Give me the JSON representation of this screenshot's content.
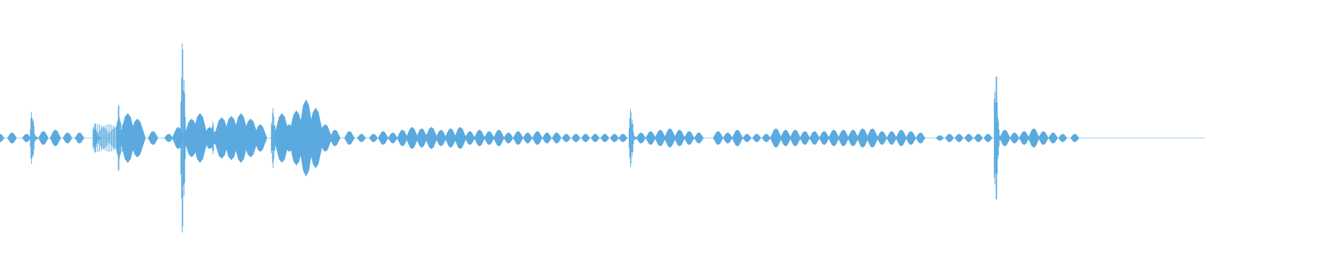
{
  "waveform": {
    "color": "#5aaae0",
    "events": [
      {
        "pos": 0.0,
        "amp": 0.03,
        "kind": "tone"
      },
      {
        "pos": 0.01,
        "amp": 0.04,
        "kind": "tone"
      },
      {
        "pos": 0.022,
        "amp": 0.03,
        "kind": "tone"
      },
      {
        "pos": 0.028,
        "amp": 0.2,
        "kind": "burst"
      },
      {
        "pos": 0.036,
        "amp": 0.05,
        "kind": "tone"
      },
      {
        "pos": 0.046,
        "amp": 0.06,
        "kind": "tone"
      },
      {
        "pos": 0.056,
        "amp": 0.04,
        "kind": "tone"
      },
      {
        "pos": 0.066,
        "amp": 0.04,
        "kind": "tone"
      },
      {
        "pos": 0.08,
        "amp": 0.12,
        "kind": "burst"
      },
      {
        "pos": 0.09,
        "amp": 0.1,
        "kind": "noise"
      },
      {
        "pos": 0.1,
        "amp": 0.25,
        "kind": "burst"
      },
      {
        "pos": 0.106,
        "amp": 0.18,
        "kind": "tone"
      },
      {
        "pos": 0.114,
        "amp": 0.14,
        "kind": "tone"
      },
      {
        "pos": 0.127,
        "amp": 0.05,
        "kind": "tone"
      },
      {
        "pos": 0.14,
        "amp": 0.03,
        "kind": "tone"
      },
      {
        "pos": 0.148,
        "amp": 0.08,
        "kind": "tone"
      },
      {
        "pos": 0.153,
        "amp": 0.72,
        "kind": "burst"
      },
      {
        "pos": 0.159,
        "amp": 0.14,
        "kind": "tone"
      },
      {
        "pos": 0.166,
        "amp": 0.18,
        "kind": "tone"
      },
      {
        "pos": 0.174,
        "amp": 0.08,
        "kind": "tone"
      },
      {
        "pos": 0.178,
        "amp": 0.12,
        "kind": "burst"
      },
      {
        "pos": 0.184,
        "amp": 0.15,
        "kind": "tone"
      },
      {
        "pos": 0.192,
        "amp": 0.16,
        "kind": "tone"
      },
      {
        "pos": 0.2,
        "amp": 0.18,
        "kind": "tone"
      },
      {
        "pos": 0.208,
        "amp": 0.14,
        "kind": "tone"
      },
      {
        "pos": 0.216,
        "amp": 0.1,
        "kind": "tone"
      },
      {
        "pos": 0.228,
        "amp": 0.22,
        "kind": "burst"
      },
      {
        "pos": 0.234,
        "amp": 0.18,
        "kind": "tone"
      },
      {
        "pos": 0.24,
        "amp": 0.1,
        "kind": "tone"
      },
      {
        "pos": 0.246,
        "amp": 0.2,
        "kind": "tone"
      },
      {
        "pos": 0.254,
        "amp": 0.28,
        "kind": "tone"
      },
      {
        "pos": 0.262,
        "amp": 0.22,
        "kind": "tone"
      },
      {
        "pos": 0.27,
        "amp": 0.1,
        "kind": "tone"
      },
      {
        "pos": 0.278,
        "amp": 0.06,
        "kind": "tone"
      },
      {
        "pos": 0.29,
        "amp": 0.05,
        "kind": "tone"
      },
      {
        "pos": 0.3,
        "amp": 0.03,
        "kind": "tone"
      },
      {
        "pos": 0.31,
        "amp": 0.03,
        "kind": "tone"
      },
      {
        "pos": 0.318,
        "amp": 0.05,
        "kind": "tone"
      },
      {
        "pos": 0.326,
        "amp": 0.04,
        "kind": "tone"
      },
      {
        "pos": 0.334,
        "amp": 0.06,
        "kind": "tone"
      },
      {
        "pos": 0.342,
        "amp": 0.08,
        "kind": "tone"
      },
      {
        "pos": 0.35,
        "amp": 0.07,
        "kind": "tone"
      },
      {
        "pos": 0.358,
        "amp": 0.08,
        "kind": "tone"
      },
      {
        "pos": 0.366,
        "amp": 0.06,
        "kind": "tone"
      },
      {
        "pos": 0.374,
        "amp": 0.07,
        "kind": "tone"
      },
      {
        "pos": 0.382,
        "amp": 0.08,
        "kind": "tone"
      },
      {
        "pos": 0.39,
        "amp": 0.05,
        "kind": "tone"
      },
      {
        "pos": 0.398,
        "amp": 0.06,
        "kind": "tone"
      },
      {
        "pos": 0.406,
        "amp": 0.05,
        "kind": "tone"
      },
      {
        "pos": 0.414,
        "amp": 0.06,
        "kind": "tone"
      },
      {
        "pos": 0.422,
        "amp": 0.04,
        "kind": "tone"
      },
      {
        "pos": 0.43,
        "amp": 0.05,
        "kind": "tone"
      },
      {
        "pos": 0.438,
        "amp": 0.04,
        "kind": "tone"
      },
      {
        "pos": 0.446,
        "amp": 0.05,
        "kind": "tone"
      },
      {
        "pos": 0.454,
        "amp": 0.04,
        "kind": "tone"
      },
      {
        "pos": 0.462,
        "amp": 0.04,
        "kind": "tone"
      },
      {
        "pos": 0.47,
        "amp": 0.03,
        "kind": "tone"
      },
      {
        "pos": 0.478,
        "amp": 0.03,
        "kind": "tone"
      },
      {
        "pos": 0.486,
        "amp": 0.03,
        "kind": "tone"
      },
      {
        "pos": 0.494,
        "amp": 0.03,
        "kind": "tone"
      },
      {
        "pos": 0.502,
        "amp": 0.03,
        "kind": "tone"
      },
      {
        "pos": 0.51,
        "amp": 0.03,
        "kind": "tone"
      },
      {
        "pos": 0.517,
        "amp": 0.03,
        "kind": "tone"
      },
      {
        "pos": 0.525,
        "amp": 0.22,
        "kind": "burst"
      },
      {
        "pos": 0.532,
        "amp": 0.04,
        "kind": "tone"
      },
      {
        "pos": 0.54,
        "amp": 0.05,
        "kind": "tone"
      },
      {
        "pos": 0.548,
        "amp": 0.06,
        "kind": "tone"
      },
      {
        "pos": 0.556,
        "amp": 0.07,
        "kind": "tone"
      },
      {
        "pos": 0.564,
        "amp": 0.06,
        "kind": "tone"
      },
      {
        "pos": 0.572,
        "amp": 0.05,
        "kind": "tone"
      },
      {
        "pos": 0.58,
        "amp": 0.04,
        "kind": "tone"
      },
      {
        "pos": 0.596,
        "amp": 0.05,
        "kind": "tone"
      },
      {
        "pos": 0.604,
        "amp": 0.04,
        "kind": "tone"
      },
      {
        "pos": 0.612,
        "amp": 0.06,
        "kind": "tone"
      },
      {
        "pos": 0.62,
        "amp": 0.03,
        "kind": "tone"
      },
      {
        "pos": 0.628,
        "amp": 0.03,
        "kind": "tone"
      },
      {
        "pos": 0.636,
        "amp": 0.03,
        "kind": "tone"
      },
      {
        "pos": 0.644,
        "amp": 0.07,
        "kind": "tone"
      },
      {
        "pos": 0.652,
        "amp": 0.06,
        "kind": "tone"
      },
      {
        "pos": 0.66,
        "amp": 0.06,
        "kind": "tone"
      },
      {
        "pos": 0.668,
        "amp": 0.05,
        "kind": "tone"
      },
      {
        "pos": 0.676,
        "amp": 0.05,
        "kind": "tone"
      },
      {
        "pos": 0.684,
        "amp": 0.05,
        "kind": "tone"
      },
      {
        "pos": 0.692,
        "amp": 0.06,
        "kind": "tone"
      },
      {
        "pos": 0.7,
        "amp": 0.06,
        "kind": "tone"
      },
      {
        "pos": 0.708,
        "amp": 0.06,
        "kind": "tone"
      },
      {
        "pos": 0.716,
        "amp": 0.07,
        "kind": "tone"
      },
      {
        "pos": 0.724,
        "amp": 0.07,
        "kind": "tone"
      },
      {
        "pos": 0.732,
        "amp": 0.05,
        "kind": "tone"
      },
      {
        "pos": 0.74,
        "amp": 0.05,
        "kind": "tone"
      },
      {
        "pos": 0.748,
        "amp": 0.06,
        "kind": "tone"
      },
      {
        "pos": 0.756,
        "amp": 0.05,
        "kind": "tone"
      },
      {
        "pos": 0.764,
        "amp": 0.04,
        "kind": "tone"
      },
      {
        "pos": 0.78,
        "amp": 0.02,
        "kind": "tone"
      },
      {
        "pos": 0.788,
        "amp": 0.03,
        "kind": "tone"
      },
      {
        "pos": 0.796,
        "amp": 0.03,
        "kind": "tone"
      },
      {
        "pos": 0.804,
        "amp": 0.03,
        "kind": "tone"
      },
      {
        "pos": 0.812,
        "amp": 0.03,
        "kind": "tone"
      },
      {
        "pos": 0.82,
        "amp": 0.03,
        "kind": "tone"
      },
      {
        "pos": 0.828,
        "amp": 0.5,
        "kind": "burst"
      },
      {
        "pos": 0.834,
        "amp": 0.06,
        "kind": "tone"
      },
      {
        "pos": 0.842,
        "amp": 0.04,
        "kind": "tone"
      },
      {
        "pos": 0.85,
        "amp": 0.05,
        "kind": "tone"
      },
      {
        "pos": 0.858,
        "amp": 0.07,
        "kind": "tone"
      },
      {
        "pos": 0.866,
        "amp": 0.05,
        "kind": "tone"
      },
      {
        "pos": 0.874,
        "amp": 0.04,
        "kind": "tone"
      },
      {
        "pos": 0.882,
        "amp": 0.03,
        "kind": "tone"
      },
      {
        "pos": 0.892,
        "amp": 0.03,
        "kind": "tone"
      }
    ]
  }
}
